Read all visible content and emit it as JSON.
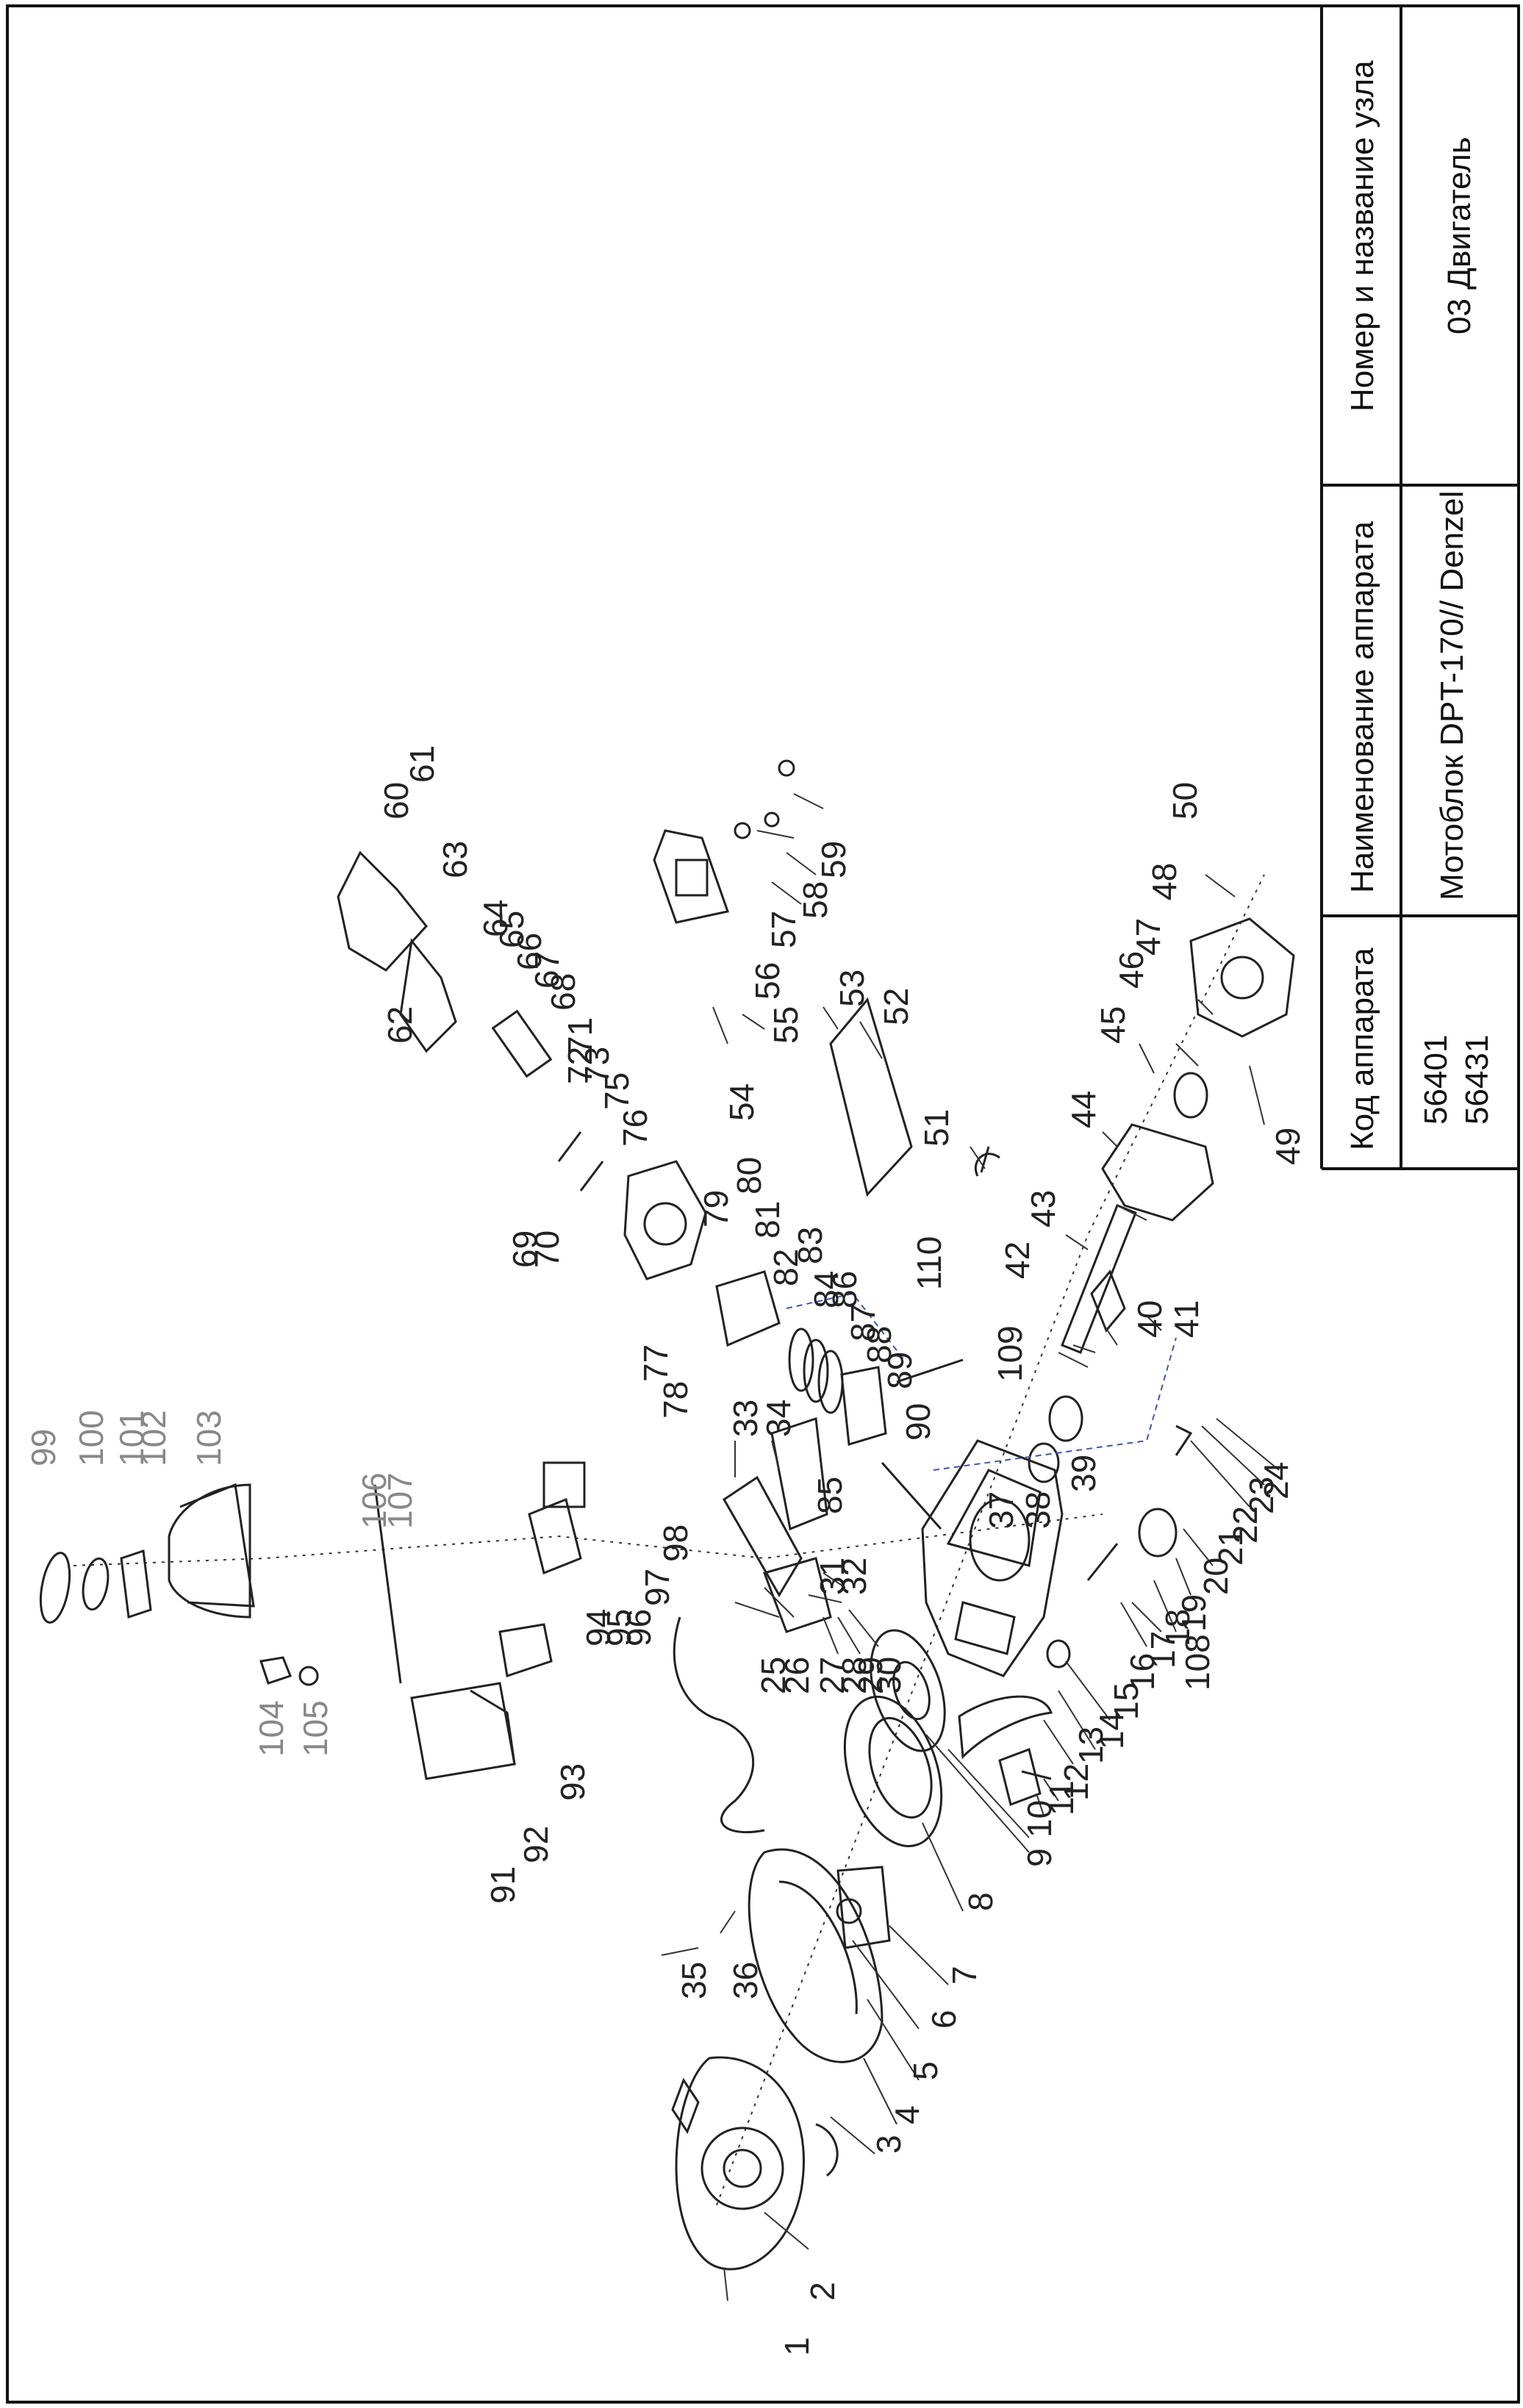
{
  "title_block": {
    "col_code_header": "Код аппарата",
    "col_code_values": [
      "56401",
      "56431"
    ],
    "col_name_header": "Наименование аппарата",
    "col_name_value": "Мотоблок DPT-170// Denzel",
    "col_node_header": "Номер и название узла",
    "col_node_value": "03 Двигатель"
  },
  "callouts": [
    "1",
    "2",
    "3",
    "4",
    "5",
    "6",
    "7",
    "8",
    "9",
    "10",
    "11",
    "12",
    "13",
    "14",
    "15",
    "16",
    "17",
    "18",
    "19",
    "20",
    "21",
    "22",
    "23",
    "24",
    "25",
    "26",
    "27",
    "28",
    "29",
    "30",
    "31",
    "32",
    "33",
    "34",
    "35",
    "36",
    "37",
    "38",
    "39",
    "40",
    "41",
    "42",
    "43",
    "44",
    "45",
    "46",
    "47",
    "48",
    "49",
    "50",
    "51",
    "52",
    "53",
    "54",
    "55",
    "56",
    "57",
    "58",
    "59",
    "60",
    "61",
    "62",
    "63",
    "64",
    "65",
    "66",
    "67",
    "68",
    "69",
    "70",
    "71",
    "72",
    "73",
    "75",
    "76",
    "77",
    "78",
    "79",
    "80",
    "81",
    "82",
    "83",
    "84",
    "85",
    "86",
    "87",
    "88",
    "89",
    "90",
    "91",
    "92",
    "93",
    "94",
    "95",
    "96",
    "97",
    "98",
    "99",
    "100",
    "101",
    "102",
    "103",
    "104",
    "105",
    "106",
    "107",
    "108",
    "109",
    "110"
  ]
}
